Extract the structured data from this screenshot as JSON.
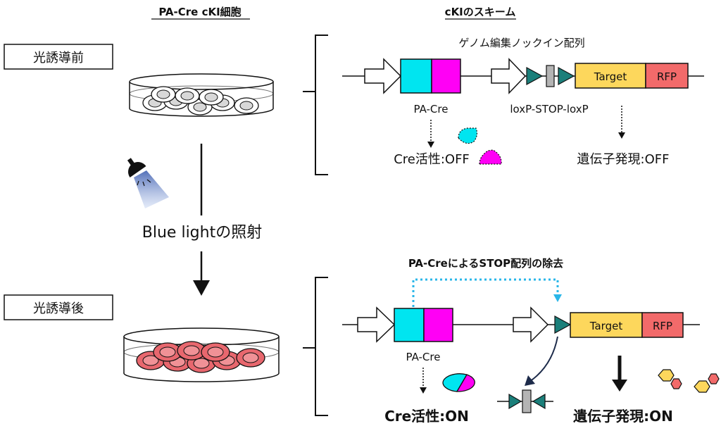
{
  "headers": {
    "left": "PA-Cre cKI細胞",
    "right": "cKIのスキーム"
  },
  "states": {
    "before": "光誘導前",
    "after": "光誘導後"
  },
  "light_label": "Blue lightの照射",
  "top_scheme": {
    "title": "ゲノム編集ノックイン配列",
    "target": "Target",
    "rfp": "RFP",
    "pa_cre": "PA-Cre",
    "loxp": "loxP-STOP-loxP",
    "cre_activity": "Cre活性:OFF",
    "expression": "遺伝子発現:OFF"
  },
  "bottom_scheme": {
    "title": "PA-CreによるSTOP配列の除去",
    "target": "Target",
    "rfp": "RFP",
    "pa_cre": "PA-Cre",
    "cre_activity": "Cre活性:ON",
    "expression": "遺伝子発現:ON"
  },
  "colors": {
    "cyan": "#00e5f0",
    "magenta": "#ff00f5",
    "teal": "#1b7f7a",
    "target": "#fdd75c",
    "rfp": "#f26a6a",
    "gray": "#b4b4b4",
    "cell_red": "#e8676e",
    "cell_gray": "#d8d8d8",
    "blue_dotted": "#29b6e8"
  }
}
